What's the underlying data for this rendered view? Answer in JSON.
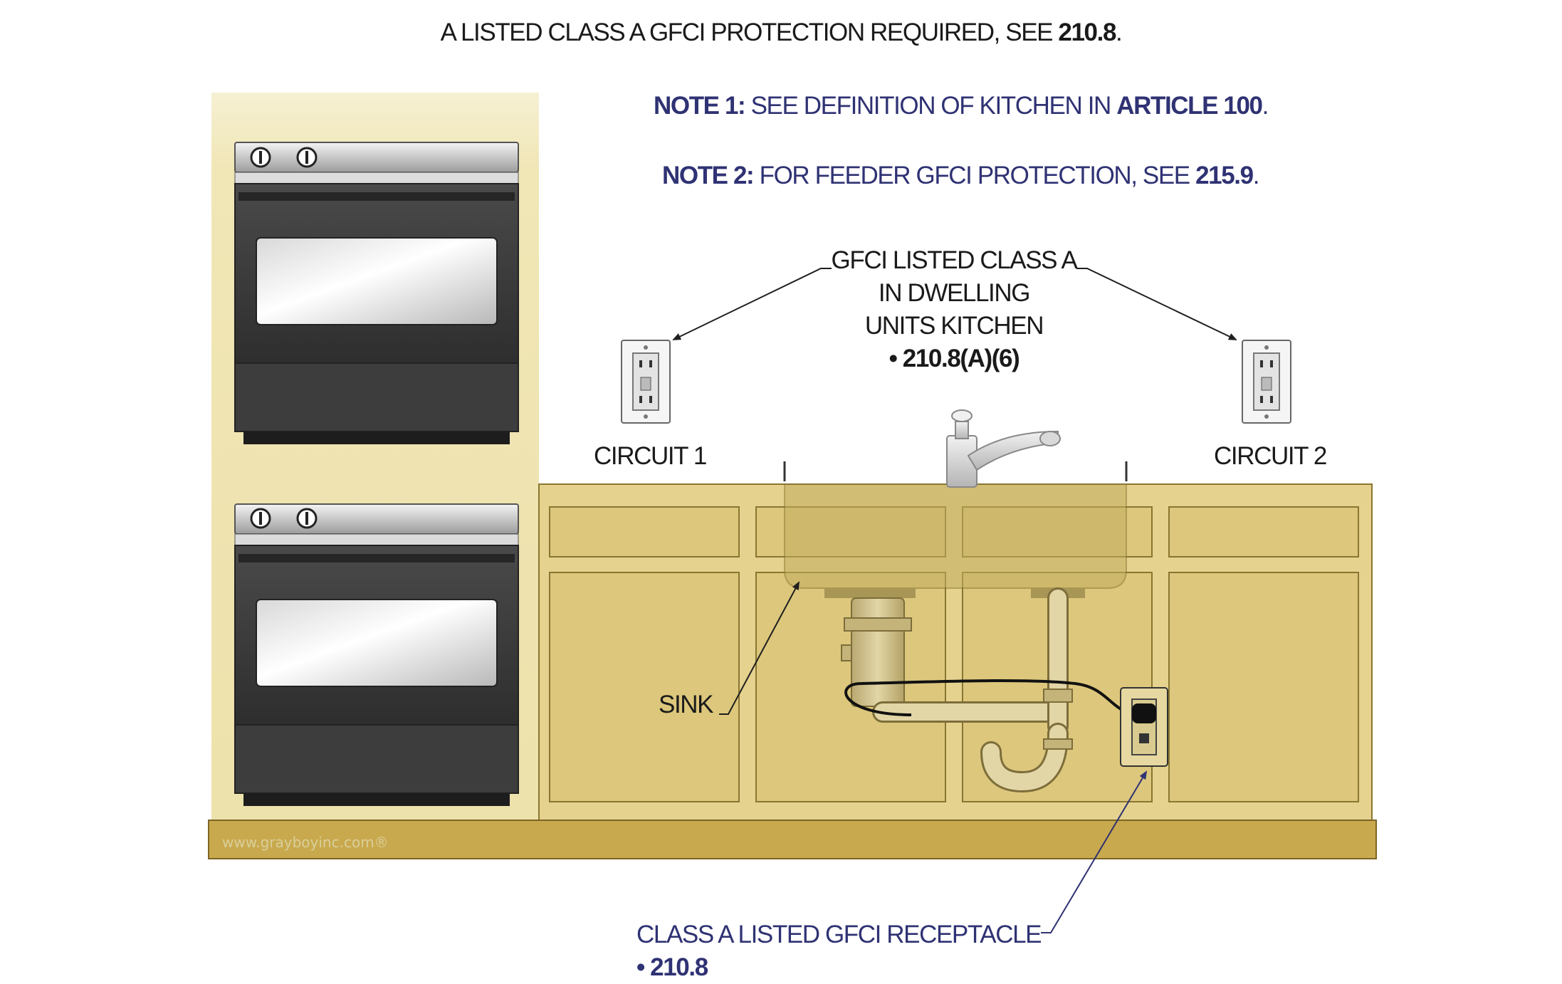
{
  "header": {
    "prefix": "A LISTED CLASS A GFCI PROTECTION REQUIRED, SEE ",
    "ref": "210.8",
    "suffix": "."
  },
  "note1": {
    "tag": "NOTE 1:",
    "text": " SEE DEFINITION OF KITCHEN IN ",
    "ref": "ARTICLE 100",
    "suffix": "."
  },
  "note2": {
    "tag": "NOTE 2:",
    "text": " FOR FEEDER GFCI PROTECTION, SEE ",
    "ref": "215.9",
    "suffix": "."
  },
  "callout": {
    "line1": "GFCI LISTED CLASS A",
    "line2": "IN DWELLING",
    "line3": "UNITS KITCHEN",
    "ref": "• 210.8(A)(6)"
  },
  "circuit1": "CIRCUIT 1",
  "circuit2": "CIRCUIT 2",
  "sink_label": "SINK",
  "receptacle": {
    "line1": "CLASS A LISTED GFCI RECEPTACLE",
    "ref": "• 210.8"
  },
  "watermark": "www.grayboyinc.com®",
  "colors": {
    "text": "#1a1a1a",
    "note_text": "#2f3273",
    "wall": "#f0e5b4",
    "cabinet": "#dcc77c",
    "counter_base": "#c9a94d",
    "appliance": "#3b3b3b"
  }
}
